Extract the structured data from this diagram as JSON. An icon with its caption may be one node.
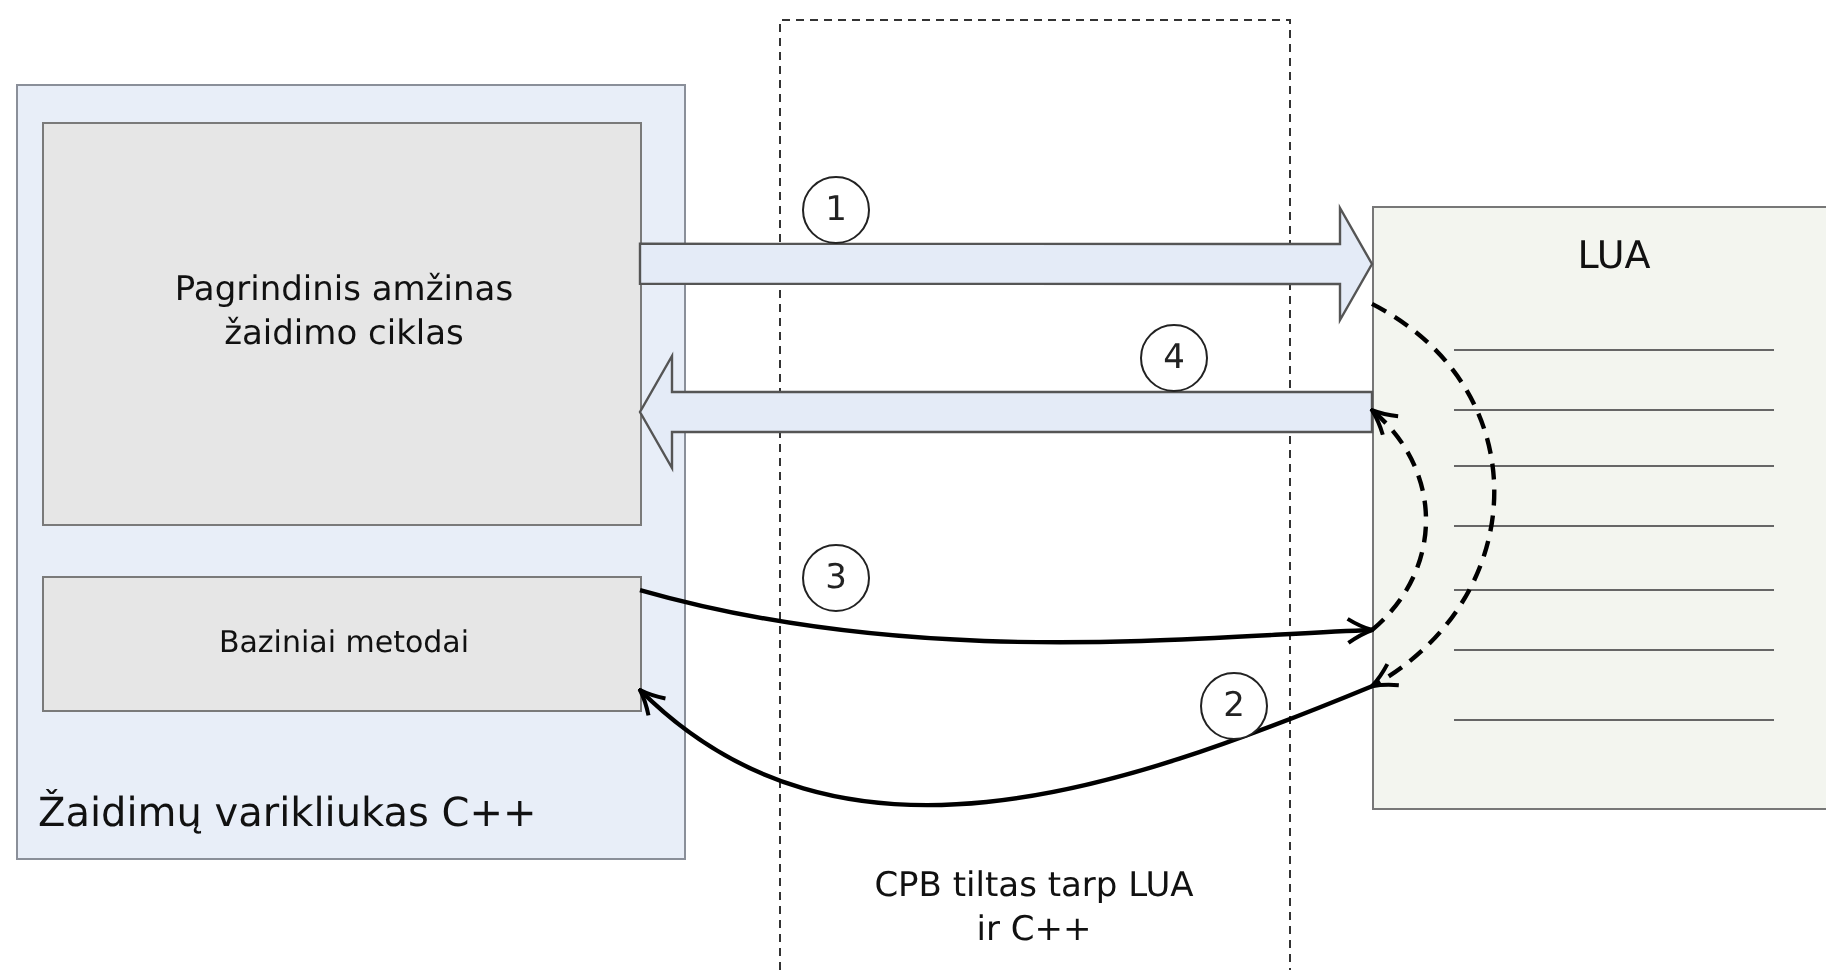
{
  "diagram": {
    "nodes": [
      {
        "text": [
          "Žaidimų varikliukas C++"
        ]
      },
      {
        "text": [
          "Pagrindinis amžinas žaidimo ciklas"
        ],
        "in": 0
      },
      {
        "text": [
          "Baziniai metodai"
        ],
        "in": 0
      },
      {
        "text": [
          "LUA"
        ]
      }
    ],
    "edges": [
      {
        "from": 1,
        "to": 3,
        "arrow": "to",
        "label": "1",
        "style": "thick"
      },
      {
        "from": 3,
        "to": 1,
        "arrow": "to",
        "label": "4",
        "style": "thick"
      },
      {
        "from": 2,
        "to": 3,
        "arrow": "to",
        "label": "3"
      },
      {
        "from": 3,
        "to": 2,
        "arrow": "to",
        "label": "2"
      },
      {
        "from": 3,
        "to": 3,
        "arrow": "to",
        "style": "dashed"
      },
      {
        "from": 3,
        "to": 3,
        "arrow": "to",
        "style": "dashed"
      }
    ],
    "labels": [
      "CPB tiltas tarp LUA ir C++"
    ]
  }
}
